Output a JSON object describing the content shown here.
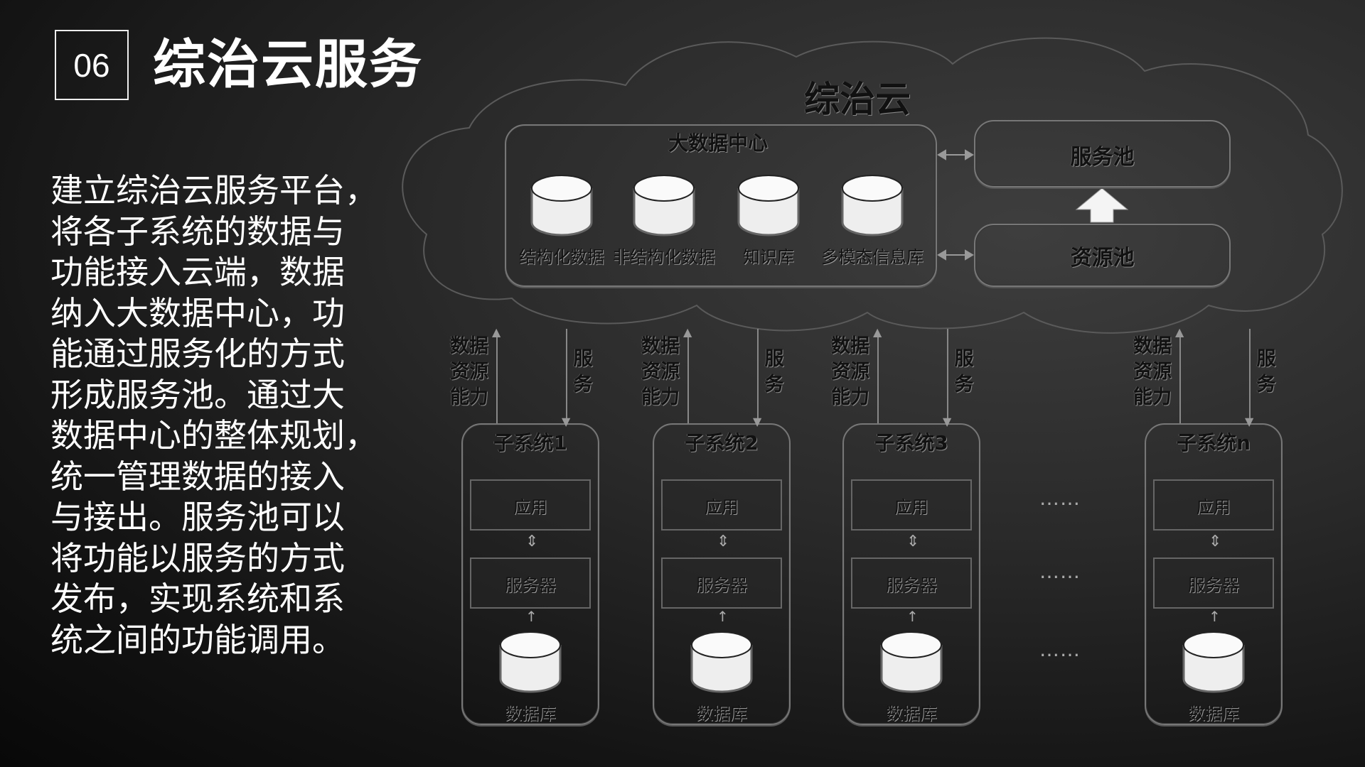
{
  "header": {
    "number": "06",
    "title": "综治云服务"
  },
  "description": [
    "建立综治云服务平台，",
    "将各子系统的数据与",
    "功能接入云端，数据",
    "纳入大数据中心，功",
    "能通过服务化的方式",
    "形成服务池。通过大",
    "数据中心的整体规划，",
    "统一管理数据的接入",
    "与接出。服务池可以",
    "将功能以服务的方式",
    "发布，实现系统和系",
    "统之间的功能调用。"
  ],
  "diagram": {
    "cloud_label": "综治云",
    "big_data_center": {
      "title": "大数据中心",
      "stores": [
        "结构化数据",
        "非结构化数据",
        "知识库",
        "多模态信息库"
      ]
    },
    "service_pool": "服务池",
    "resource_pool": "资源池",
    "up_label": "数据资源能力",
    "up_label_lines": [
      "数据",
      "资源",
      "能力"
    ],
    "down_label_lines": [
      "服",
      "务"
    ],
    "subsystems": [
      {
        "name": "子系统1",
        "app": "应用",
        "server": "服务器",
        "db": "数据库"
      },
      {
        "name": "子系统2",
        "app": "应用",
        "server": "服务器",
        "db": "数据库"
      },
      {
        "name": "子系统3",
        "app": "应用",
        "server": "服务器",
        "db": "数据库"
      },
      {
        "name": "子系统n",
        "app": "应用",
        "server": "服务器",
        "db": "数据库"
      }
    ],
    "ellipsis": "……"
  }
}
